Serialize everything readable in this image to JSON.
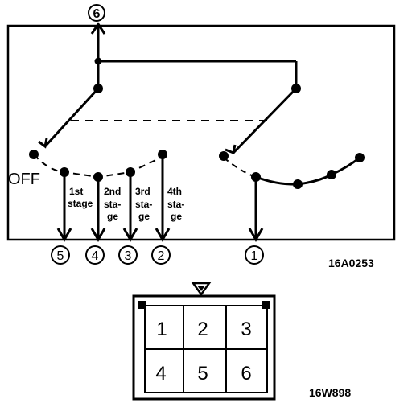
{
  "diagram": {
    "terminals": {
      "t1": "1",
      "t2": "2",
      "t3": "3",
      "t4": "4",
      "t5": "5",
      "t6": "6"
    },
    "off_label": "OFF",
    "stages": {
      "s1": [
        "1st",
        "stage"
      ],
      "s2": [
        "2nd",
        "sta-",
        "ge"
      ],
      "s3": [
        "3rd",
        "sta-",
        "ge"
      ],
      "s4": [
        "4th",
        "sta-",
        "ge"
      ]
    },
    "code": "16A0253"
  },
  "connector": {
    "pins_top": [
      "1",
      "2",
      "3"
    ],
    "pins_bottom": [
      "4",
      "5",
      "6"
    ],
    "code": "16W898"
  }
}
